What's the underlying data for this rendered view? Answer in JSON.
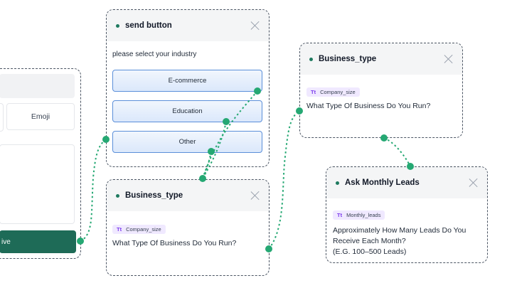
{
  "left_panel": {
    "emoji_tab": "Emoji",
    "save_button": "ive"
  },
  "send_button_node": {
    "title": "send button",
    "prompt": "please select your industry",
    "options": [
      "E-commerce",
      "Education",
      "Other"
    ]
  },
  "business_type_node_1": {
    "title": "Business_type",
    "variable": "Company_size",
    "variable_icon": "Tt",
    "question": "What Type Of Business Do You Run?"
  },
  "business_type_node_2": {
    "title": "Business_type",
    "variable": "Company_size",
    "variable_icon": "Tt",
    "question": "What Type Of Business Do You Run?"
  },
  "monthly_leads_node": {
    "title": "Ask Monthly Leads",
    "variable": "Monthly_leads",
    "variable_icon": "Tt",
    "question_line1": "Approximately How Many Leads Do You",
    "question_line2": "Receive Each Month?",
    "question_line3": "(E.G. 100–500 Leads)"
  },
  "colors": {
    "accent_green": "#1e6b57",
    "connector": "#25a873",
    "option_border": "#5b8fd9",
    "variable_chip_bg": "#f0e9ff"
  }
}
